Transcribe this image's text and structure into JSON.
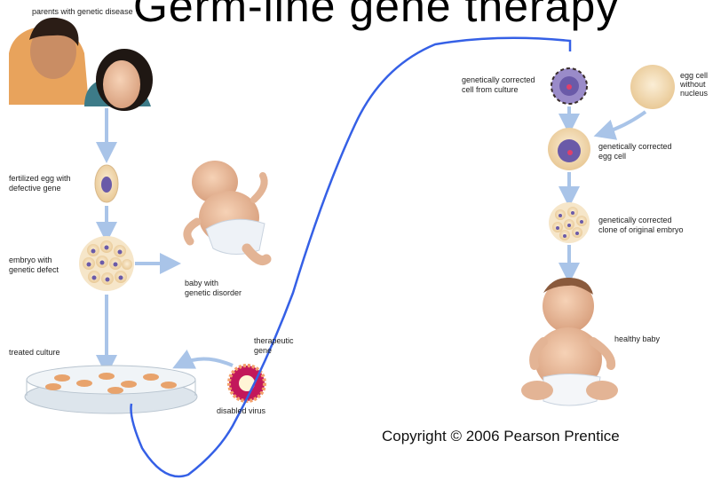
{
  "title": "Germ-line gene therapy",
  "labels": {
    "parents": "parents with genetic disease",
    "fertilized_egg_1": "fertilized egg with",
    "fertilized_egg_2": "defective gene",
    "embryo_1": "embryo with",
    "embryo_2": "genetic defect",
    "baby_disorder_1": "baby with",
    "baby_disorder_2": "genetic disorder",
    "treated_culture": "treated culture",
    "therapeutic_1": "therapeutic",
    "therapeutic_2": "gene",
    "disabled_virus": "disabled virus",
    "corrected_cell_1": "genetically corrected",
    "corrected_cell_2": "cell from culture",
    "egg_no_nucleus_1": "egg cell",
    "egg_no_nucleus_2": "without",
    "egg_no_nucleus_3": "nucleus",
    "corrected_egg_1": "genetically corrected",
    "corrected_egg_2": "egg cell",
    "clone_1": "genetically corrected",
    "clone_2": "clone of original embryo",
    "healthy_baby": "healthy baby"
  },
  "copyright": "Copyright © 2006 Pearson Prentice",
  "colors": {
    "arrow": "#a9c4e8",
    "annotation_line": "#3560e6",
    "cell_fill": "#f3ddb8",
    "nucleus": "#6a5aa8"
  }
}
